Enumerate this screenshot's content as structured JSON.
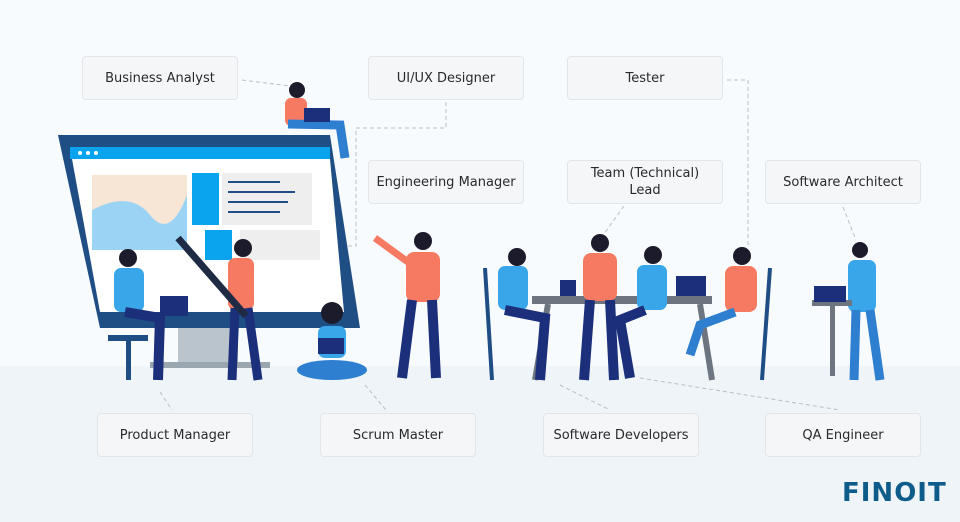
{
  "roles": {
    "business_analyst": "Business Analyst",
    "ui_ux_designer": "UI/UX Designer",
    "tester": "Tester",
    "engineering_manager": "Engineering Manager",
    "team_lead": "Team (Technical) Lead",
    "software_architect": "Software Architect",
    "product_manager": "Product Manager",
    "scrum_master": "Scrum Master",
    "software_developers": "Software Developers",
    "qa_engineer": "QA Engineer"
  },
  "brand": {
    "logo_text": "FINOIT",
    "color": "#0e5c8a"
  },
  "colors": {
    "monitor_frame": "#1f4e85",
    "accent_blue": "#0aa4ee",
    "shirt_coral": "#f67a62",
    "pants_navy": "#1c2f7a"
  }
}
